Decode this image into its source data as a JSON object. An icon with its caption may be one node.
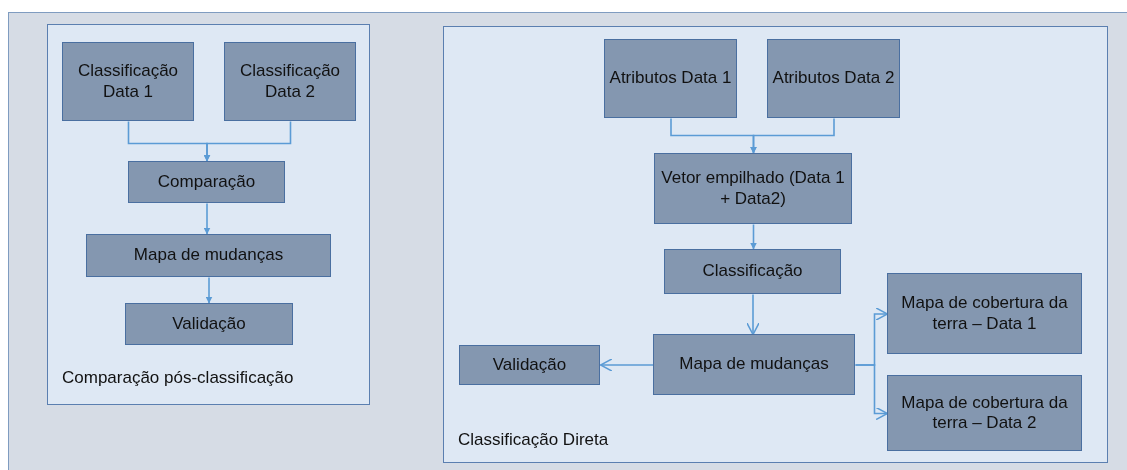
{
  "diagram": {
    "nodes": [
      {
        "text": [
          "Comparação pós-classificação"
        ]
      },
      {
        "text": [
          "Classificação Data 1"
        ],
        "in": 0
      },
      {
        "text": [
          "Classificação Data 2"
        ],
        "in": 0
      },
      {
        "text": [
          "Comparação"
        ],
        "in": 0
      },
      {
        "text": [
          "Mapa de mudanças"
        ],
        "in": 0
      },
      {
        "text": [
          "Validação"
        ],
        "in": 0
      },
      {
        "text": [
          "Classificação Direta"
        ]
      },
      {
        "text": [
          "Atributos Data 1"
        ],
        "in": 6
      },
      {
        "text": [
          "Atributos Data 2"
        ],
        "in": 6
      },
      {
        "text": [
          "Vetor empilhado (Data 1 + Data2)"
        ],
        "in": 6
      },
      {
        "text": [
          "Classificação"
        ],
        "in": 6
      },
      {
        "text": [
          "Mapa de mudanças"
        ],
        "in": 6
      },
      {
        "text": [
          "Validação"
        ],
        "in": 6
      },
      {
        "text": [
          "Mapa de cobertura da terra – Data 1"
        ],
        "in": 6
      },
      {
        "text": [
          "Mapa de cobertura da terra – Data 2"
        ],
        "in": 6
      }
    ],
    "edges": [
      {
        "from": 1,
        "to": 3,
        "arrow": "to"
      },
      {
        "from": 2,
        "to": 3,
        "arrow": "to"
      },
      {
        "from": 3,
        "to": 4,
        "arrow": "to"
      },
      {
        "from": 4,
        "to": 5,
        "arrow": "to"
      },
      {
        "from": 7,
        "to": 9,
        "arrow": "to"
      },
      {
        "from": 8,
        "to": 9,
        "arrow": "to"
      },
      {
        "from": 9,
        "to": 10,
        "arrow": "to"
      },
      {
        "from": 10,
        "to": 11,
        "arrow": "to"
      },
      {
        "from": 11,
        "to": 12,
        "arrow": "to"
      },
      {
        "from": 11,
        "to": 13,
        "arrow": "to"
      },
      {
        "from": 11,
        "to": 14,
        "arrow": "to"
      }
    ]
  }
}
